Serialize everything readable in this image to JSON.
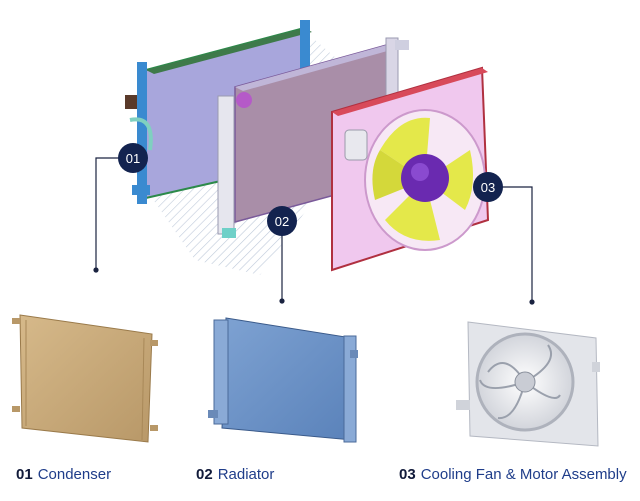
{
  "diagram": {
    "badges": [
      {
        "id": "b1",
        "label": "01"
      },
      {
        "id": "b2",
        "label": "02"
      },
      {
        "id": "b3",
        "label": "03"
      }
    ],
    "components": [
      {
        "num": "01",
        "name": "Condenser"
      },
      {
        "num": "02",
        "name": "Radiator"
      },
      {
        "num": "03",
        "name": "Cooling Fan & Motor Assembly"
      }
    ]
  },
  "colors": {
    "badge_fill": "#13234f",
    "caption_text": "#1f3d8a",
    "condenser_core": "#a8a6dc",
    "radiator_core": "#a98ea8",
    "fan_shroud": "#f0c8ee",
    "fan_blades": "#e4e84a",
    "motor": "#6a2ab0",
    "condenser_photo": "#c8ab7c",
    "radiator_photo": "#6a92c6",
    "fan_photo": "#e8eaef"
  }
}
